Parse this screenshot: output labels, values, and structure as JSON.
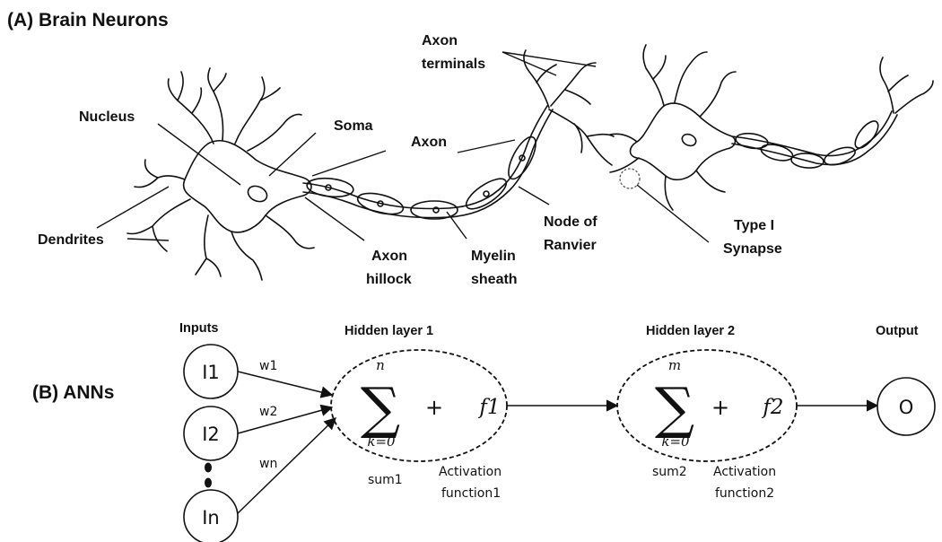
{
  "panel_a": {
    "title": "(A) Brain Neurons",
    "labels": {
      "nucleus": "Nucleus",
      "soma": "Soma",
      "dendrites": "Dendrites",
      "axon": "Axon",
      "axon_terminals_1": "Axon",
      "axon_terminals_2": "terminals",
      "axon_hillock_1": "Axon",
      "axon_hillock_2": "hillock",
      "myelin_1": "Myelin",
      "myelin_2": "sheath",
      "node_ranvier_1": "Node of",
      "node_ranvier_2": "Ranvier",
      "synapse_1": "Type I",
      "synapse_2": "Synapse"
    }
  },
  "panel_b": {
    "title": "(B) ANNs",
    "headers": {
      "inputs": "Inputs",
      "hidden1": "Hidden layer 1",
      "hidden2": "Hidden layer 2",
      "output": "Output"
    },
    "inputs": [
      "I1",
      "I2",
      "In"
    ],
    "weights": [
      "w1",
      "w2",
      "wn"
    ],
    "hidden1": {
      "upper": "n",
      "lower": "k=0",
      "sigma": "∑",
      "plus": "+",
      "func": "f1",
      "sum_label": "sum1",
      "act_label_1": "Activation",
      "act_label_2": "function1"
    },
    "hidden2": {
      "upper": "m",
      "lower": "k=0",
      "sigma": "∑",
      "plus": "+",
      "func": "f2",
      "sum_label": "sum2",
      "act_label_1": "Activation",
      "act_label_2": "function2"
    },
    "output_node": "O"
  }
}
